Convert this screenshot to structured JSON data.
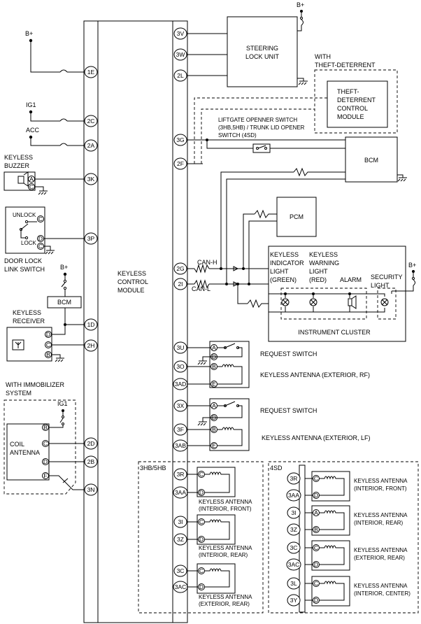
{
  "module": {
    "label_lines": [
      "KEYLESS",
      "CONTROL",
      "MODULE"
    ]
  },
  "power": {
    "b_plus": "B+",
    "ig1": "IG1",
    "acc": "ACC"
  },
  "components": {
    "steering_lock_unit": [
      "STEERING",
      "LOCK UNIT"
    ],
    "with_theft_deterrent": [
      "WITH",
      "THEFT-DETERRENT"
    ],
    "theft_deterrent_module": [
      "THEFT-",
      "DETERRENT",
      "CONTROL",
      "MODULE"
    ],
    "liftgate_switch": [
      "LIFTGATE OPENNER SWITCH",
      "(3HB,5HB) / TRUNK LID OPENER",
      "SWITCH (4SD)"
    ],
    "bcm": "BCM",
    "pcm": "PCM",
    "keyless_buzzer": [
      "KEYLESS",
      "BUZZER"
    ],
    "door_lock_link_switch": [
      "DOOR LOCK",
      "LINK SWITCH"
    ],
    "unlock": "UNLOCK",
    "lock": "LOCK",
    "keyless_receiver": [
      "KEYLESS",
      "RECEIVER"
    ],
    "with_immobilizer": [
      "WITH IMMOBILIZER",
      "SYSTEM"
    ],
    "coil_antenna": [
      "COIL",
      "ANTENNA"
    ],
    "can_h": "CAN-H",
    "can_l": "CAN-L",
    "keyless_indicator": [
      "KEYLESS",
      "INDICATOR",
      "LIGHT",
      "(GREEN)"
    ],
    "keyless_warning": [
      "KEYLESS",
      "WARNING",
      "LIGHT",
      "(RED)"
    ],
    "alarm": "ALARM",
    "security_light": [
      "SECURITY",
      "LIGHT"
    ],
    "instrument_cluster": "INSTRUMENT CLUSTER",
    "request_switch": "REQUEST SWITCH",
    "antenna_ext_rf": "KEYLESS ANTENNA (EXTERIOR, RF)",
    "antenna_ext_lf": "KEYLESS ANTENNA (EXTERIOR, LF)",
    "group_3hb": "3HB/5HB",
    "group_4sd": "4SD",
    "ant_int_front": [
      "KEYLESS ANTENNA",
      "(INTERIOR, FRONT)"
    ],
    "ant_int_rear": [
      "KEYLESS ANTENNA",
      "(INTERIOR, REAR)"
    ],
    "ant_ext_rear": [
      "KEYLESS ANTENNA",
      "(EXTERIOR, REAR)"
    ],
    "ant_int_center": [
      "KEYLESS ANTENNA",
      "(INTERIOR, CENTER)"
    ]
  },
  "pins": {
    "left": [
      "1E",
      "2C",
      "2A",
      "3K",
      "3P",
      "1D",
      "2H",
      "2D",
      "2B",
      "3N"
    ],
    "right": [
      "3V",
      "3W",
      "2L",
      "3G",
      "2F",
      "2G",
      "2I",
      "3U",
      "3O",
      "3AD",
      "3X",
      "3F",
      "3AB",
      "3R",
      "3AA",
      "3I",
      "3Z",
      "3C",
      "3AC"
    ],
    "sd": [
      "3R",
      "3AA",
      "3I",
      "3Z",
      "3C",
      "3AC",
      "3L",
      "3Y"
    ]
  },
  "connector_letters": {
    "buzzer": [
      "A",
      "C"
    ],
    "door_switch": [
      "C",
      "D"
    ],
    "receiver": [
      "D",
      "C",
      "B"
    ],
    "coil": [
      "B",
      "C",
      "D",
      "F"
    ],
    "req_switch": [
      "A",
      "D",
      "B",
      "E"
    ],
    "antenna": [
      "C",
      "D"
    ],
    "antenna_ab": [
      "A",
      "B"
    ]
  }
}
